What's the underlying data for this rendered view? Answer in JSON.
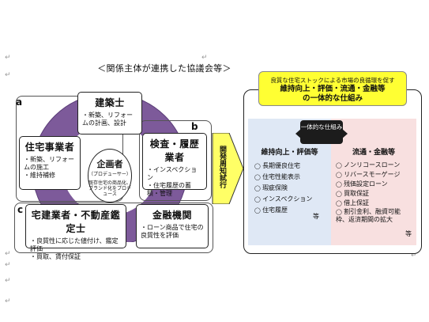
{
  "title": "＜関係主体が連携した協議会等＞",
  "marks": {
    "m1": "↵",
    "m2": "↵",
    "m3": "↵",
    "m4": "↵",
    "m5": "↵",
    "m6": "↵",
    "m7": "↵",
    "m8": "↵"
  },
  "groups": {
    "a": "a",
    "b": "b",
    "c": "c"
  },
  "architect": {
    "title": "建築士",
    "items": [
      "新築、リフォームの計画、設計"
    ]
  },
  "builder": {
    "title": "住宅事業者",
    "items": [
      "新築、リフォームの施工",
      "維持補修"
    ]
  },
  "inspector": {
    "title": "検査・履歴業者",
    "items": [
      "インスペクション",
      "住宅履歴の蓄積・管理"
    ]
  },
  "realestate": {
    "title": "宅建業者・不動産鑑定士",
    "items": [
      "良質性に応じた値付け、鑑定評価",
      "買取、賃付保証"
    ]
  },
  "finance": {
    "title": "金融機関",
    "items": [
      "ローン商品で住宅の良質性を評価"
    ]
  },
  "planner": {
    "title": "企画者",
    "sub": "（プロデューサー）",
    "desc": "既存住宅の商品化、ブランド化をプロデュース"
  },
  "arrow_text": "開発周知試行",
  "goal": {
    "line1": "良質な住宅ストックによる市場の良循環を促す",
    "line2": "維持向上・評価・流通・金融等",
    "line3": "の一体的な仕組み"
  },
  "unified": "一体的な仕組み",
  "left_col": {
    "title": "維持向上・評価等",
    "items": [
      "長期優良住宅",
      "住宅性能表示",
      "瑕疵保険",
      "インスペクション",
      "住宅履歴"
    ],
    "etc": "等"
  },
  "right_col": {
    "title": "流通・金融等",
    "items": [
      "ノンリコースローン",
      "リバースモーゲージ",
      "残価設定ローン",
      "買取保証",
      "借上保証",
      "割引金利、融資可能枠、返済期間の拡大"
    ],
    "etc": "等"
  }
}
